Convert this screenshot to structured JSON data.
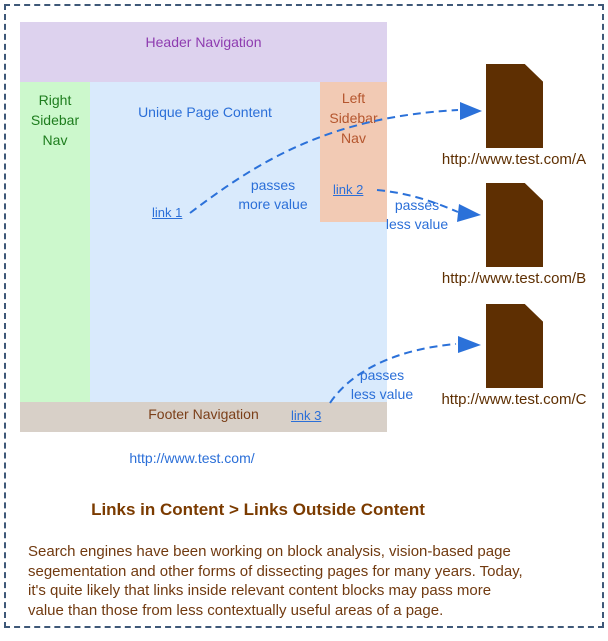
{
  "mockup": {
    "header_label": "Header Navigation",
    "right_sidebar_label": "Right\nSidebar\nNav",
    "content_label": "Unique Page Content",
    "left_sidebar_label": "Left\nSidebar\nNav",
    "footer_label": "Footer Navigation",
    "link1": "link 1",
    "link2": "link 2",
    "link3": "link 3",
    "source_url": "http://www.test.com/"
  },
  "annotations": {
    "passes_more": "passes\nmore value",
    "passes_less_b": "passes\nless value",
    "passes_less_c": "passes\nless value"
  },
  "targets": [
    {
      "url": "http://www.test.com/A"
    },
    {
      "url": "http://www.test.com/B"
    },
    {
      "url": "http://www.test.com/C"
    }
  ],
  "heading": "Links in Content > Links Outside Content",
  "body_text": "Search engines have been working on block analysis, vision-based page\nsegementation and other forms of dissecting pages for many years. Today,\nit's quite likely that links inside relevant content blocks may pass more\nvalue than those from less contextually useful areas of a page.",
  "colors": {
    "border_dash": "#3e5878",
    "header_bg": "#ddd2ee",
    "header_text": "#8e3cb0",
    "right_sidebar_bg": "#ccf8cc",
    "right_sidebar_text": "#1e7d1e",
    "content_bg": "#d9eafc",
    "content_text": "#2b6fd8",
    "left_sidebar_bg": "#f2cab4",
    "left_sidebar_text": "#b5562e",
    "footer_bg": "#d8d0c8",
    "footer_text": "#7b3f19",
    "link_blue": "#2b6fd8",
    "arrow_blue": "#2b71d9",
    "document_brown": "#5e2f02",
    "heading_brown": "#7b3b00",
    "body_brown": "#713a10"
  }
}
